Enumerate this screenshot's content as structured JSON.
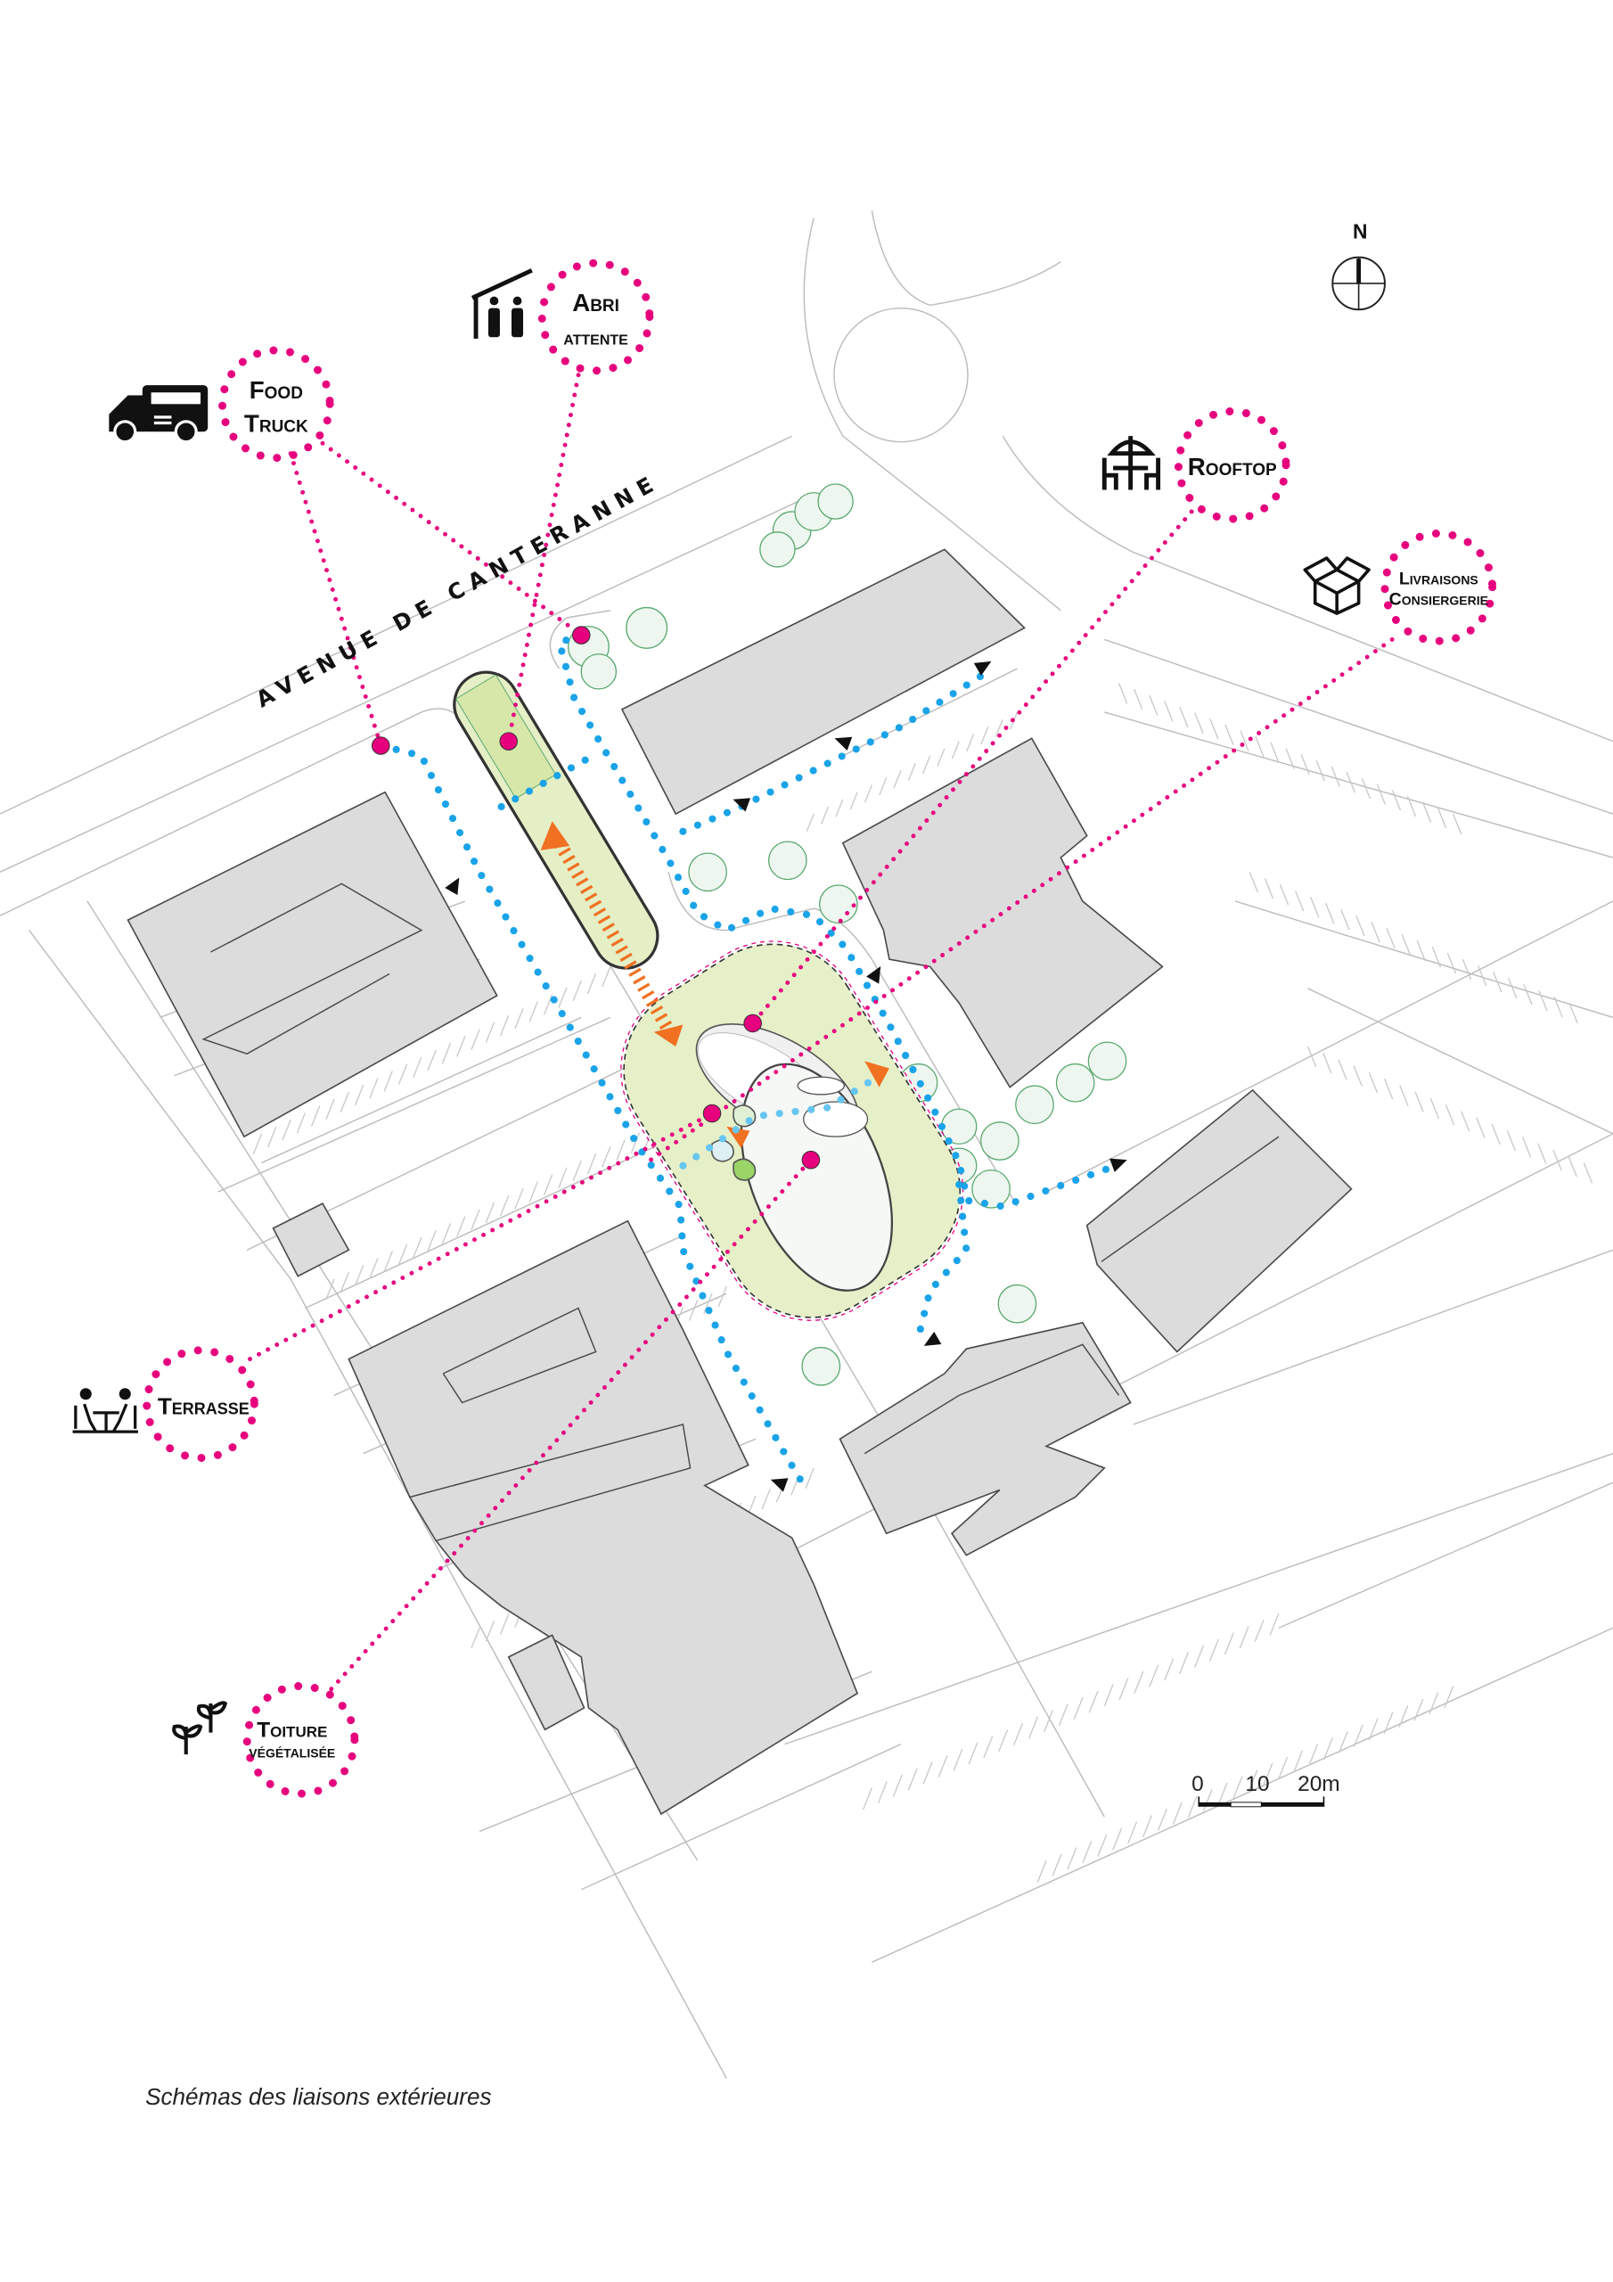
{
  "north": {
    "label": "N"
  },
  "street": {
    "name": "AVENUE DE CANTERANNE"
  },
  "labels": {
    "food_truck": {
      "line1": "Food",
      "line2": "Truck",
      "icon": "food-truck-icon"
    },
    "abri": {
      "line1": "Abri",
      "line2": "attente",
      "icon": "shelter-icon"
    },
    "rooftop": {
      "line1": "Rooftop",
      "icon": "umbrella-table-icon"
    },
    "livraisons": {
      "line1": "Livraisons",
      "line2": "Consiergerie",
      "icon": "box-icon"
    },
    "terrasse": {
      "line1": "Terrasse",
      "icon": "terrace-icon"
    },
    "toiture": {
      "line1": "Toiture",
      "line2": "végétalisée",
      "icon": "plant-icon"
    }
  },
  "scale": {
    "ticks": [
      "0",
      "10",
      "20m"
    ]
  },
  "caption": "Schémas des liaisons extérieures",
  "colors": {
    "magenta": "#e6007e",
    "blue": "#1aa3e8",
    "orange": "#f07122",
    "building": "#dcdcdc",
    "green": "#e6f0c8"
  }
}
